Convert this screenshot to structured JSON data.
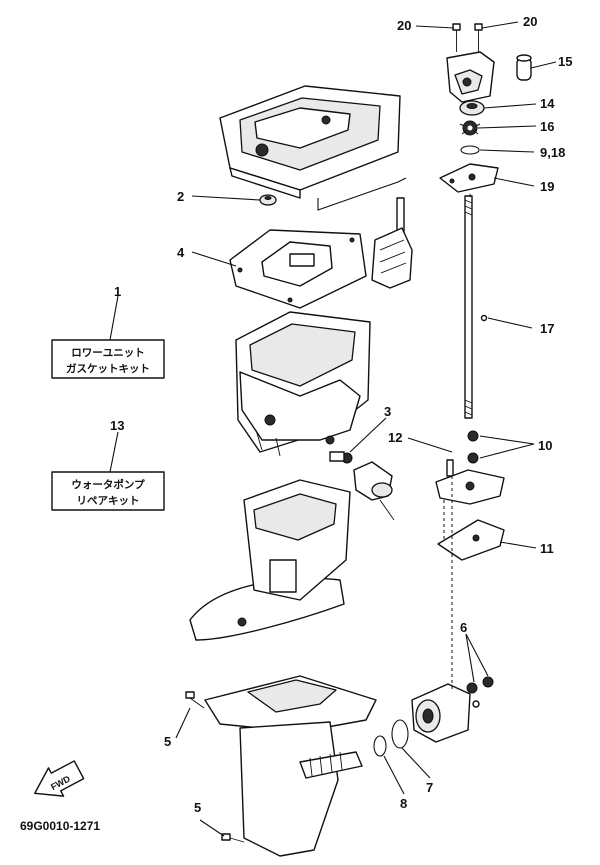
{
  "callouts": {
    "c20a": "20",
    "c20b": "20",
    "c15": "15",
    "c14": "14",
    "c16": "16",
    "c9_18": "9,18",
    "c19": "19",
    "c2": "2",
    "c4": "4",
    "c1": "1",
    "c17": "17",
    "c3": "3",
    "c12": "12",
    "c10": "10",
    "c13": "13",
    "c11": "11",
    "c6": "6",
    "c5a": "5",
    "c7": "7",
    "c8": "8",
    "c5b": "5"
  },
  "kits": {
    "lower_unit_gasket": {
      "line1": "ロワーユニット",
      "line2": "ガスケットキット"
    },
    "water_pump_repair": {
      "line1": "ウォータポンプ",
      "line2": "リペアキット"
    }
  },
  "fwd_label": "FWD",
  "figure_code": "69G0010-1271"
}
